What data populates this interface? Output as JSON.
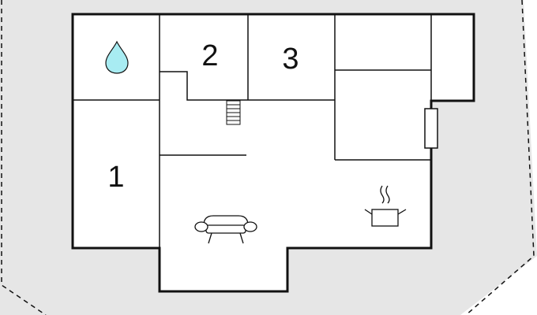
{
  "floorplan": {
    "room_labels": [
      "1",
      "2",
      "3"
    ],
    "icons": {
      "water": "water-drop-icon",
      "stairs": "stairs-icon",
      "sofa": "sofa-icon",
      "cooking": "cooking-pot-icon",
      "radiator": "radiator-icon"
    },
    "colors": {
      "plot": "#e6e6e6",
      "floor": "#ffffff",
      "wall": "#111111",
      "water": "#a8ecf2"
    }
  }
}
